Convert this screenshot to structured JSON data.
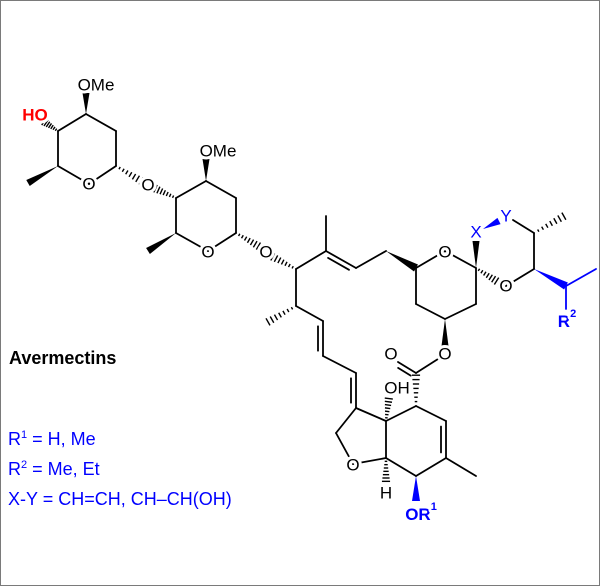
{
  "title": "Avermectins",
  "colors": {
    "bond": "#000000",
    "variable": "#0000ff",
    "highlight": "#ff0000"
  },
  "atoms": {
    "ome_top": "OMe",
    "ho": "HO",
    "o_sugar1_ring": "O",
    "o_glyco1": "O",
    "ome_mid": "OMe",
    "o_sugar2_ring": "O",
    "o_glyco2": "O",
    "o_spiro_ring": "O",
    "x": "X",
    "y": "Y",
    "o_spiro_b": "O",
    "r2_R": "R",
    "r2_sup": "2",
    "o_ester": "O",
    "o_carbonyl": "O",
    "oh": "OH",
    "o_furan": "O",
    "h": "H",
    "or1_OR": "OR",
    "or1_sup": "1"
  },
  "legend": [
    {
      "prefix": "R",
      "sup": "1",
      "text": " = H, Me"
    },
    {
      "prefix": "R",
      "sup": "2",
      "text": " = Me, Et"
    },
    {
      "prefix": "X-Y",
      "sup": "",
      "text": " = CH=CH, CH–CH(OH)"
    }
  ]
}
